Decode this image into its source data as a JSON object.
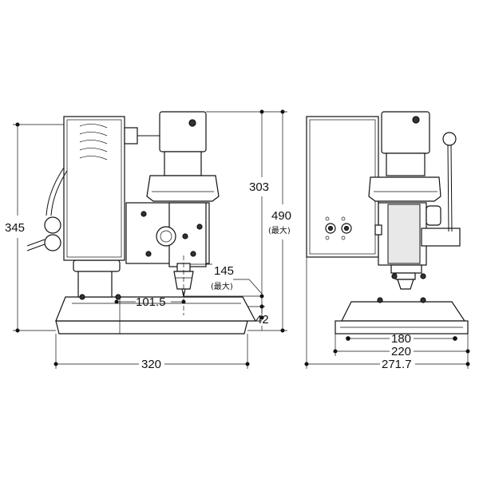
{
  "drawing": {
    "front_view": {
      "dim_total_height": "345",
      "dim_stroke_height": "303",
      "dim_max_height": "490",
      "dim_max_height_note": "(最大)",
      "dim_stroke": "145",
      "dim_stroke_note": "(最大)",
      "dim_throat": "101.5",
      "dim_base_height": "42",
      "dim_base_width": "320"
    },
    "side_view": {
      "dim_bolt_spacing": "180",
      "dim_base_inner": "220",
      "dim_overall_width": "271.7"
    }
  }
}
